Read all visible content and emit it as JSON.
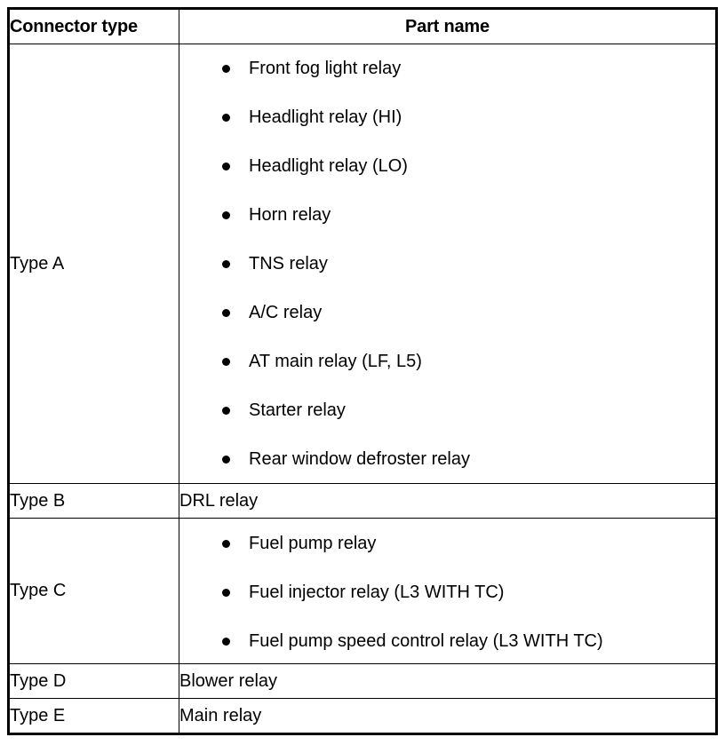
{
  "table": {
    "columns": [
      {
        "key": "connector_type",
        "label": "Connector type"
      },
      {
        "key": "part_name",
        "label": "Part name"
      }
    ],
    "rows": [
      {
        "connector_type": "Type A",
        "style": "bulleted",
        "parts": [
          "Front fog light relay",
          "Headlight relay (HI)",
          "Headlight relay (LO)",
          "Horn relay",
          "TNS relay",
          "A/C relay",
          "AT main relay (LF, L5)",
          "Starter relay",
          "Rear window defroster relay"
        ]
      },
      {
        "connector_type": "Type B",
        "style": "plain",
        "parts": [
          "DRL relay"
        ]
      },
      {
        "connector_type": "Type C",
        "style": "bulleted",
        "parts": [
          "Fuel pump relay",
          "Fuel injector relay (L3 WITH TC)",
          "Fuel pump speed control relay (L3 WITH TC)"
        ]
      },
      {
        "connector_type": "Type D",
        "style": "plain",
        "parts": [
          "Blower relay"
        ]
      },
      {
        "connector_type": "Type E",
        "style": "plain",
        "parts": [
          "Main relay"
        ]
      }
    ]
  },
  "colors": {
    "border": "#000000",
    "text": "#000000",
    "background": "#ffffff"
  }
}
